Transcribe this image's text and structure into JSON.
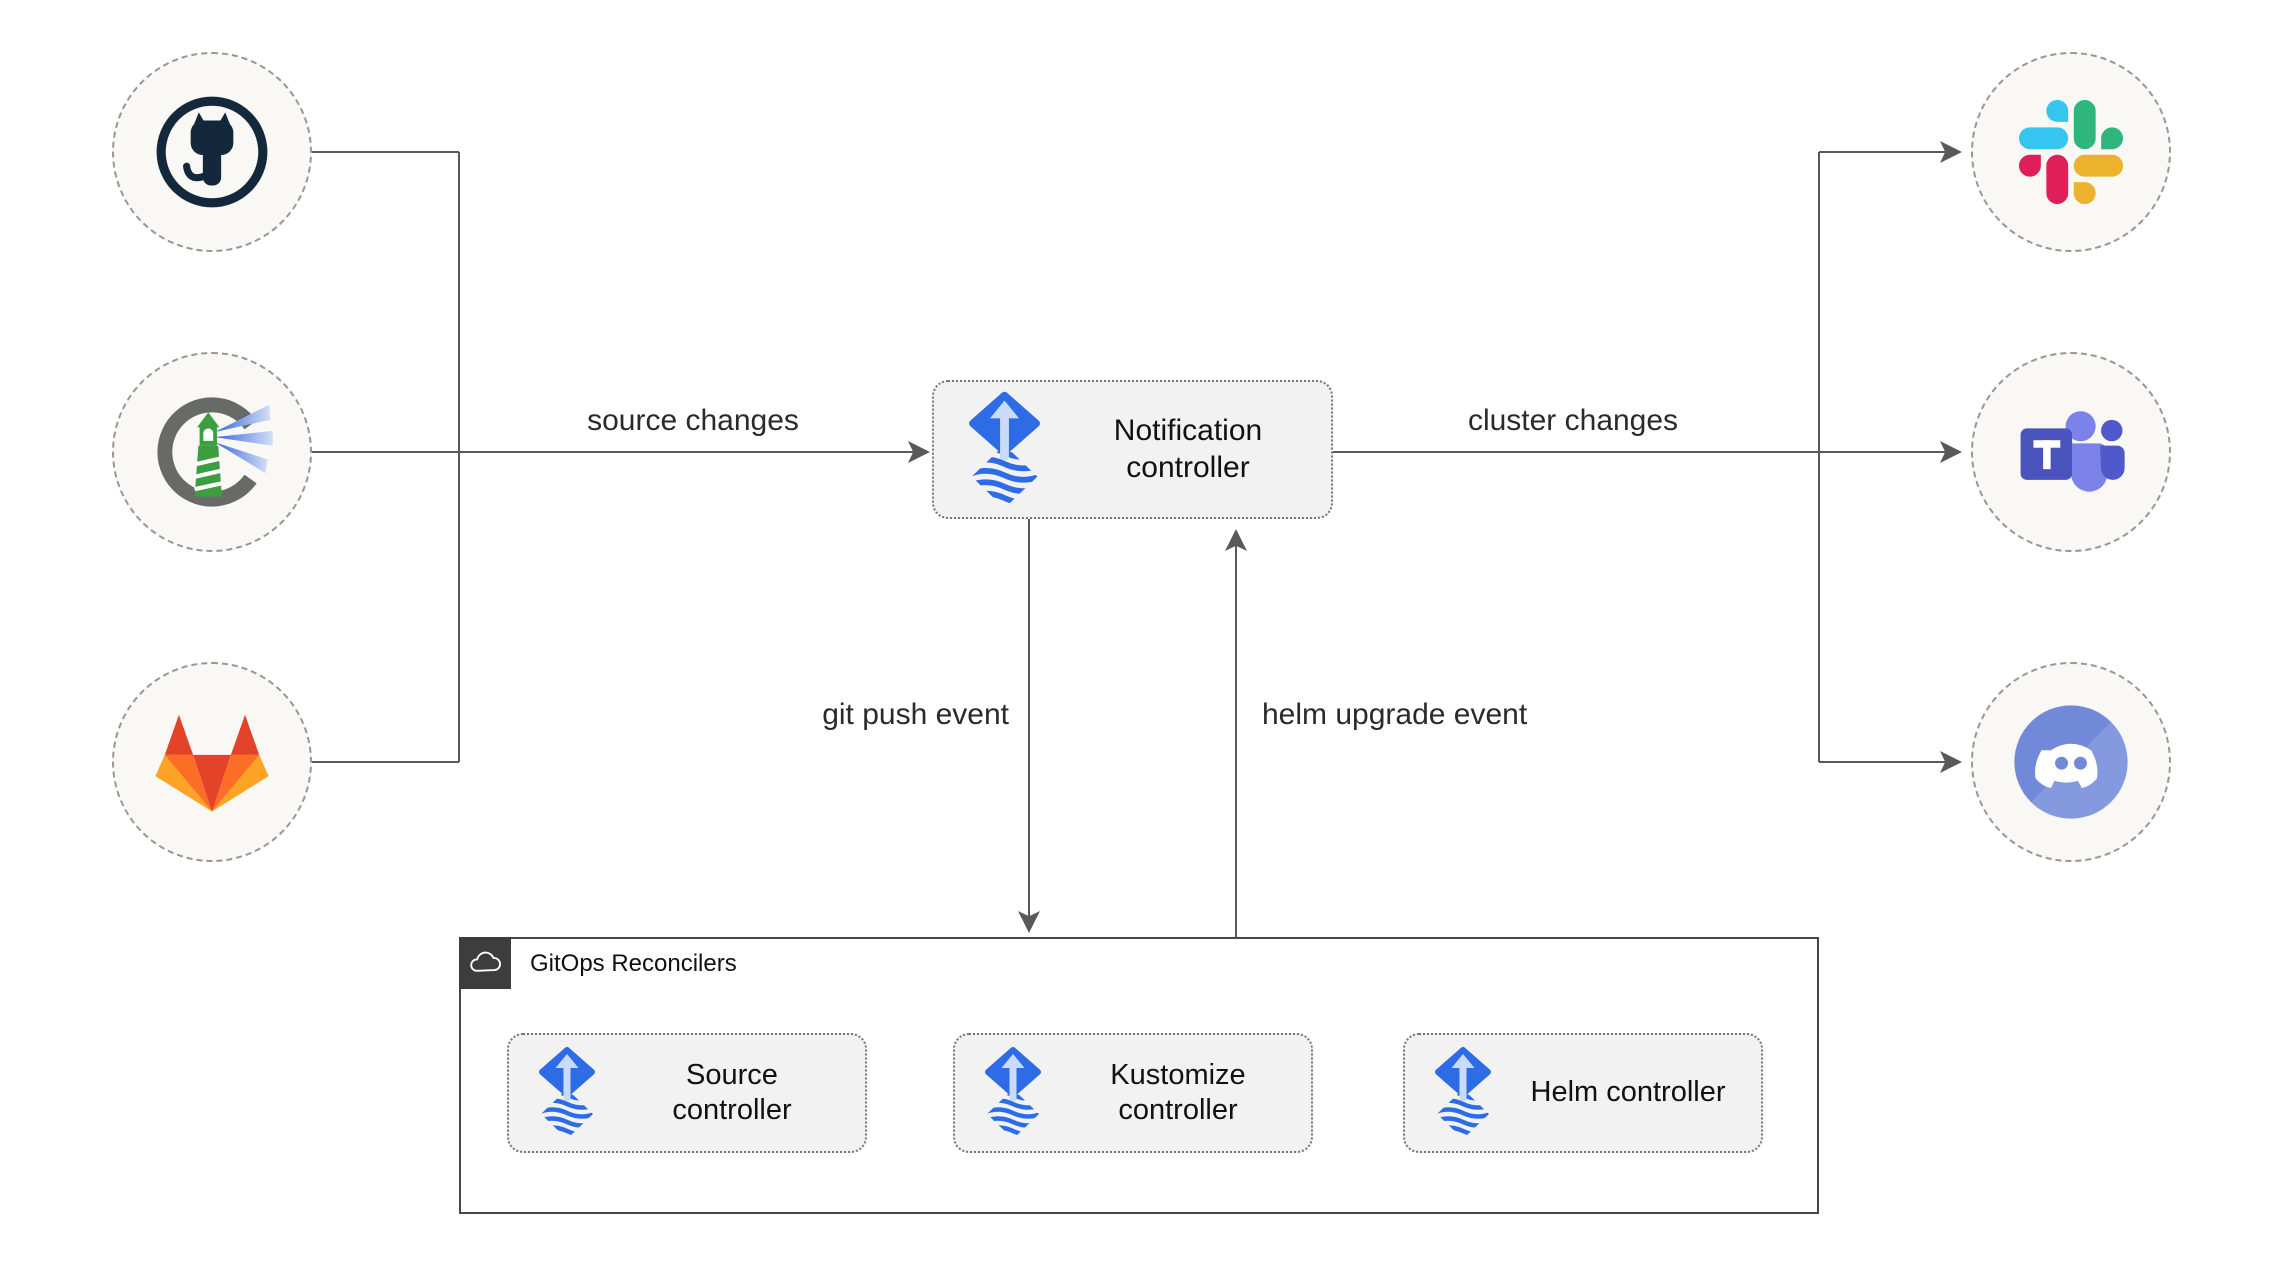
{
  "diagram": {
    "kind": "flux-notification-architecture",
    "sources": [
      {
        "id": "github",
        "icon": "github-icon"
      },
      {
        "id": "harbor",
        "icon": "harbor-icon"
      },
      {
        "id": "gitlab",
        "icon": "gitlab-icon"
      }
    ],
    "targets": [
      {
        "id": "slack",
        "icon": "slack-icon"
      },
      {
        "id": "teams",
        "icon": "teams-icon"
      },
      {
        "id": "discord",
        "icon": "discord-icon"
      }
    ],
    "nodes": {
      "notification": {
        "label": "Notification controller",
        "icon": "flux-icon"
      },
      "source": {
        "label": "Source controller",
        "icon": "flux-icon"
      },
      "kustomize": {
        "label": "Kustomize controller",
        "icon": "flux-icon"
      },
      "helm": {
        "label": "Helm controller",
        "icon": "flux-icon"
      }
    },
    "container": {
      "label": "GitOps Reconcilers",
      "icon": "cloud-icon"
    },
    "edges": {
      "source_changes": "source changes",
      "cluster_changes": "cluster changes",
      "git_push": "git push event",
      "helm_upgrade": "helm upgrade event"
    },
    "colors": {
      "wire": "#595959",
      "endpoint_fill": "#f9f8f5",
      "endpoint_border": "#979797",
      "node_fill": "#f2f2f2",
      "node_border": "#757575",
      "container_border": "#474747",
      "tab_fill": "#3d3d3d",
      "flux_blue": "#2e6ce6",
      "flux_arrow": "#c9dbf8",
      "github_navy": "#14283c",
      "gitlab_red": "#e24329",
      "gitlab_orange": "#fc6d26",
      "gitlab_yellow": "#fca326",
      "slack_blue": "#36C5F0",
      "slack_green": "#2EB67D",
      "slack_red": "#E01E5A",
      "slack_yellow": "#ECB22E",
      "teams_indigo": "#4b53bc",
      "teams_light": "#7b83eb",
      "teams_mid": "#5059c9",
      "discord_blurple": "#7289da",
      "harbor_green": "#3d9e41",
      "harbor_gray": "#686a67",
      "harbor_beam": "#3567dd"
    }
  }
}
